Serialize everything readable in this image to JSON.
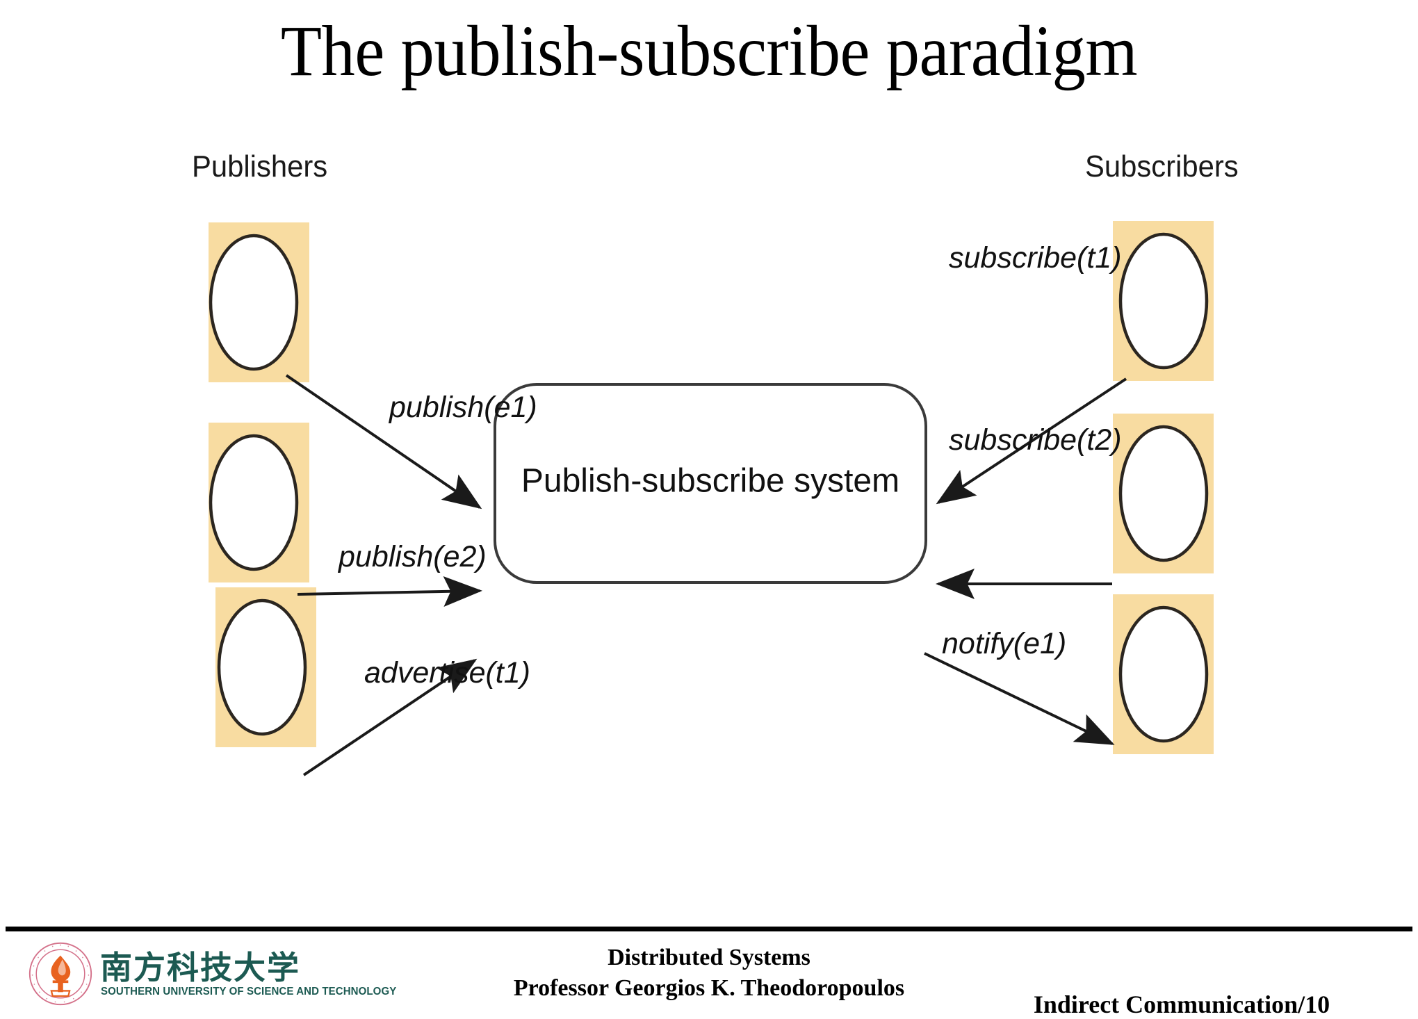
{
  "slide": {
    "title": "The publish-subscribe paradigm"
  },
  "diagram": {
    "headings": {
      "publishers": "Publishers",
      "subscribers": "Subscribers"
    },
    "center_node": {
      "label": "Publish-subscribe system"
    },
    "edge_labels": {
      "publish_e1": "publish(e1)",
      "publish_e2": "publish(e2)",
      "advertise_t1": "advertise(t1)",
      "subscribe_t1": "subscribe(t1)",
      "subscribe_t2": "subscribe(t2)",
      "notify_e1": "notify(e1)"
    },
    "colors": {
      "node_fill": "#F8DCA1",
      "ellipse_fill": "#FFFFFF",
      "stroke": "#2b2620",
      "center_fill": "#FFFFFF"
    }
  },
  "footer": {
    "course": "Distributed Systems",
    "presenter": "Professor  Georgios K. Theodoropoulos",
    "section": "Indirect Communication/10",
    "logo": {
      "chinese_name": "南方科技大学",
      "english_name": "SOUTHERN UNIVERSITY OF SCIENCE AND TECHNOLOGY",
      "mark_colors": {
        "ring": "#d4718a",
        "torch": "#e8621f",
        "text": "#1c5a52"
      }
    }
  }
}
